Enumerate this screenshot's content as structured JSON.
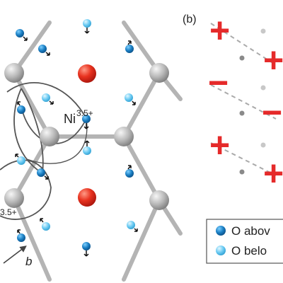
{
  "panel_a": {
    "ni_label": "Ni",
    "ni_superscript": "3.5+",
    "ni_superscript_left": "3.5+",
    "axis_b_label": "b"
  },
  "panel_b": {
    "panel_label": "(b)",
    "charges": [
      "+",
      "+",
      "−",
      "−",
      "+",
      "+"
    ]
  },
  "legend": {
    "items": [
      {
        "label": "O abov",
        "color": "#1a7fc4"
      },
      {
        "label": "O belo",
        "color": "#6ccbf3"
      }
    ]
  },
  "colors": {
    "bond": "#b4b4b4",
    "ni_atom": "#a9a9a9",
    "cation": "#e02020",
    "o_above": "#1a7fc4",
    "o_below": "#6ccbf3",
    "charge": "#e52a2a",
    "dashed": "#aaaaaa"
  }
}
